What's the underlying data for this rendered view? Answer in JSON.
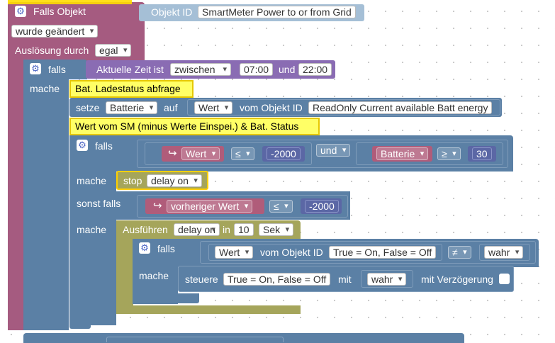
{
  "colors": {
    "event": "#a55b80",
    "logic": "#5b80a5",
    "timer": "#a5a55b",
    "blockly_purple": "#8a6cb3",
    "comment_fill": "#ffff66",
    "comment_border": "#e6c800",
    "value_red": "#b05c7a"
  },
  "event_block": {
    "title": "Falls Objekt",
    "object_id_label": "Objekt ID",
    "object_id_value": "SmartMeter Power to or from Grid",
    "trigger_dropdown": "wurde geändert",
    "trigger_by_label": "Auslösung durch",
    "trigger_by_dropdown": "egal"
  },
  "outer_if": {
    "keyword_if": "falls",
    "keyword_do": "mache",
    "time_label": "Aktuelle Zeit ist",
    "time_operator": "zwischen",
    "time_from": "07:00",
    "time_and": "und",
    "time_to": "22:00"
  },
  "comment_1": "Bat. Ladestatus abfrage",
  "set_block": {
    "keyword": "setze",
    "variable": "Batterie",
    "to": "auf",
    "value_dropdown": "Wert",
    "from_object_label": "vom Objekt ID",
    "object_id": "ReadOnly Current available Batt energy"
  },
  "comment_2": "Wert vom SM (minus Werte Einspei.) & Bat. Status",
  "inner_if": {
    "keyword_if": "falls",
    "keyword_do": "mache",
    "keyword_elseif": "sonst falls",
    "cond1_var": "Wert",
    "cond1_op": "≤",
    "cond1_value": "-2000",
    "and_label": "und",
    "cond2_var": "Batterie",
    "cond2_op": "≥",
    "cond2_value": "30",
    "stop_keyword": "stop",
    "stop_dropdown": "delay on",
    "elseif_var": "vorheriger Wert",
    "elseif_op": "≤",
    "elseif_value": "-2000"
  },
  "timeout_block": {
    "label": "Ausführen",
    "name": "delay on",
    "in": "in",
    "value": "10",
    "unit": "Sek"
  },
  "nested_if": {
    "keyword_if": "falls",
    "keyword_do": "mache",
    "value_dropdown": "Wert",
    "from_object_label": "vom Objekt ID",
    "object_id": "True = On, False = Off",
    "operator": "≠",
    "compare_value": "wahr"
  },
  "control_block": {
    "keyword": "steuere",
    "object_id": "True = On, False = Off",
    "with": "mit",
    "value": "wahr",
    "delay_label": "mit Verzögerung",
    "delay_checked": false
  }
}
